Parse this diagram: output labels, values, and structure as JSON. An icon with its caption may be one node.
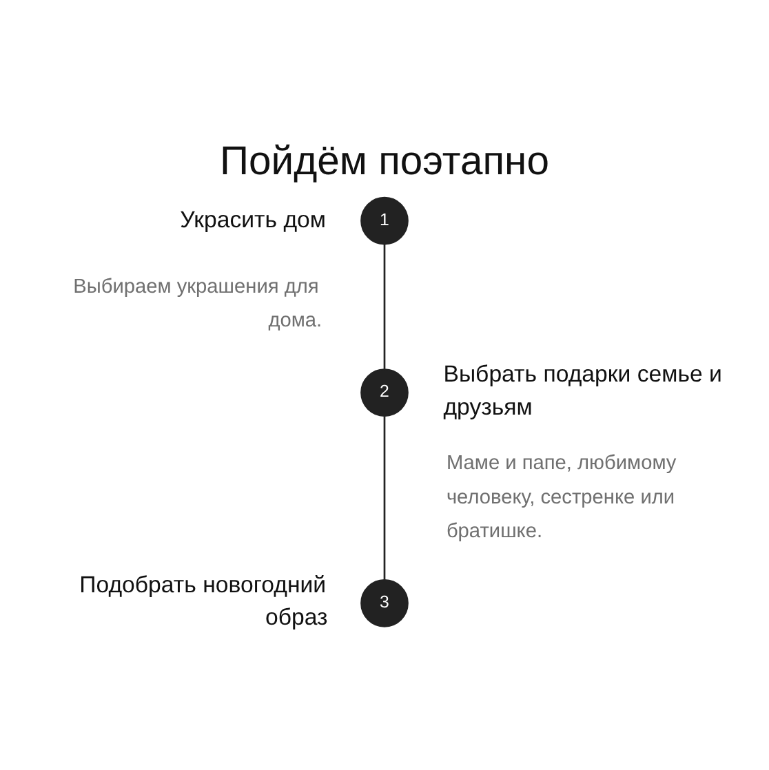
{
  "diagram": {
    "title": "Пойдём поэтапно",
    "nodes": [
      {
        "text": [
          "1"
        ],
        "beside": [
          "Украсить дом",
          "Выбираем украшения для дома."
        ]
      },
      {
        "text": [
          "2"
        ],
        "beside": [
          "Выбрать подарки семье и друзьям",
          "Маме и папе, любимому человеку, сестренке или братишке."
        ]
      },
      {
        "text": [
          "3"
        ],
        "beside": [
          "Подобрать новогодний образ"
        ]
      }
    ],
    "edges": [
      {
        "from": 0,
        "to": 1,
        "arrow": "none"
      },
      {
        "from": 1,
        "to": 2,
        "arrow": "none"
      }
    ]
  }
}
